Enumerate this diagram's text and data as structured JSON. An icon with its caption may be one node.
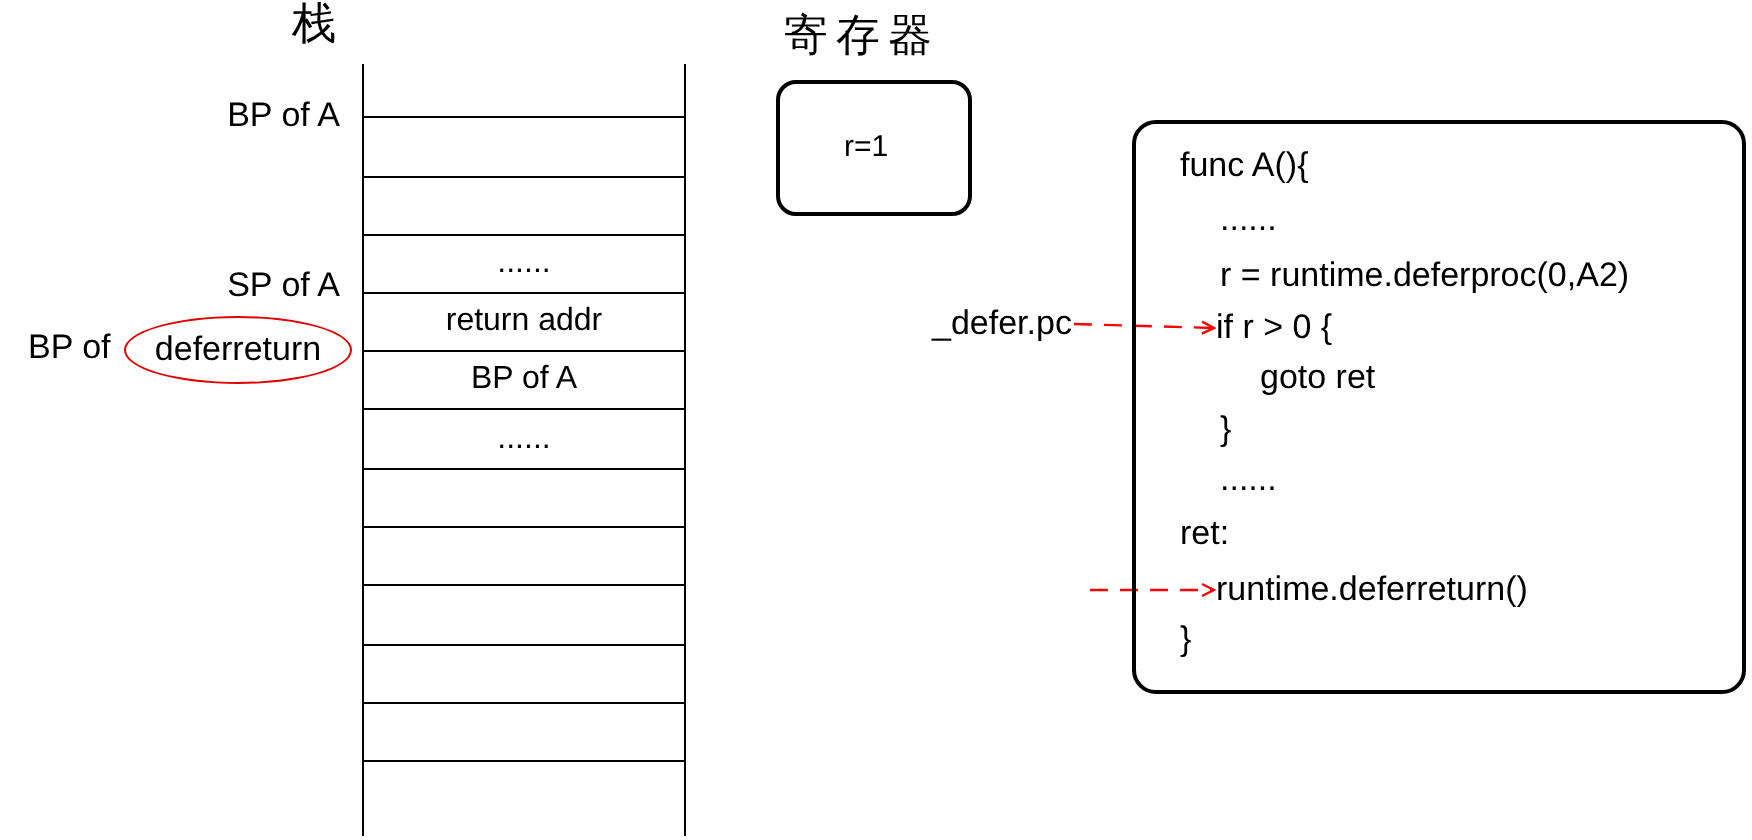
{
  "diagram": {
    "nodes": [
      {
        "text": [
          "栈"
        ]
      },
      {
        "text": [],
        "shape": "box",
        "in": 0
      },
      {
        "text": [],
        "shape": "box",
        "in": 0
      },
      {
        "text": [
          "......"
        ],
        "in": 0
      },
      {
        "text": [
          "return addr"
        ],
        "in": 0
      },
      {
        "text": [
          "BP of A"
        ],
        "in": 0
      },
      {
        "text": [
          "......"
        ],
        "in": 0
      },
      {
        "text": [],
        "shape": "box",
        "in": 0
      },
      {
        "text": [],
        "shape": "box",
        "in": 0
      },
      {
        "text": [],
        "shape": "box",
        "in": 0
      },
      {
        "text": [],
        "shape": "box",
        "in": 0
      },
      {
        "text": [],
        "shape": "box",
        "in": 0
      },
      {
        "text": [],
        "shape": "box",
        "in": 0
      },
      {
        "text": [
          "deferreturn"
        ],
        "beside": [
          "BP of"
        ]
      },
      {
        "text": [
          "寄存器",
          "r=1"
        ]
      },
      {
        "text": [
          "_defer.pc"
        ]
      },
      {
        "text": [
          "func A(){",
          "......",
          "r = runtime.deferproc(0,A2)",
          "goto ret",
          "}",
          "......",
          "ret:",
          "}"
        ]
      },
      {
        "text": [
          "if r > 0 {"
        ],
        "in": 16
      },
      {
        "text": [
          "runtime.deferreturn()"
        ],
        "in": 16
      }
    ],
    "edges": [
      {
        "from": 15,
        "to": 17,
        "arrow": "to",
        "style": "dashed",
        "color": "#ff0000"
      },
      {
        "from": null,
        "to": 18,
        "arrow": "to",
        "style": "dashed",
        "color": "#ff0000"
      }
    ],
    "labels": [
      "BP of A",
      "SP of A"
    ]
  }
}
